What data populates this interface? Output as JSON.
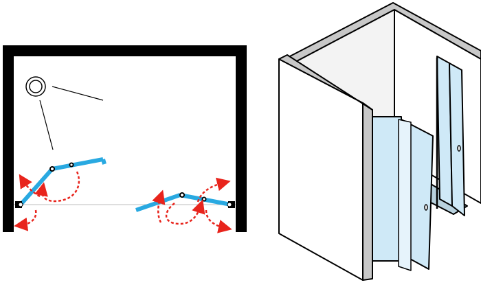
{
  "colors": {
    "wall": "#000000",
    "glass_panel": "#29a9e1",
    "swing_arrow": "#e8241c",
    "glass_fill": "#cfe9f7",
    "wall_face": "#ffffff",
    "wall_edge": "#c8c8c8",
    "floor_tray": "#b9d2de",
    "outline": "#000000"
  },
  "icons": {
    "drain": "shower-drain-icon",
    "hinge": "hinge-pivot-icon",
    "handle": "door-knob-icon"
  },
  "plan_view": {
    "left_door": {
      "panels": 2,
      "opening": "inward-and-outward"
    },
    "right_door": {
      "panels": 2,
      "opening": "inward-and-outward"
    }
  },
  "iso_view": {
    "doors": 2
  }
}
